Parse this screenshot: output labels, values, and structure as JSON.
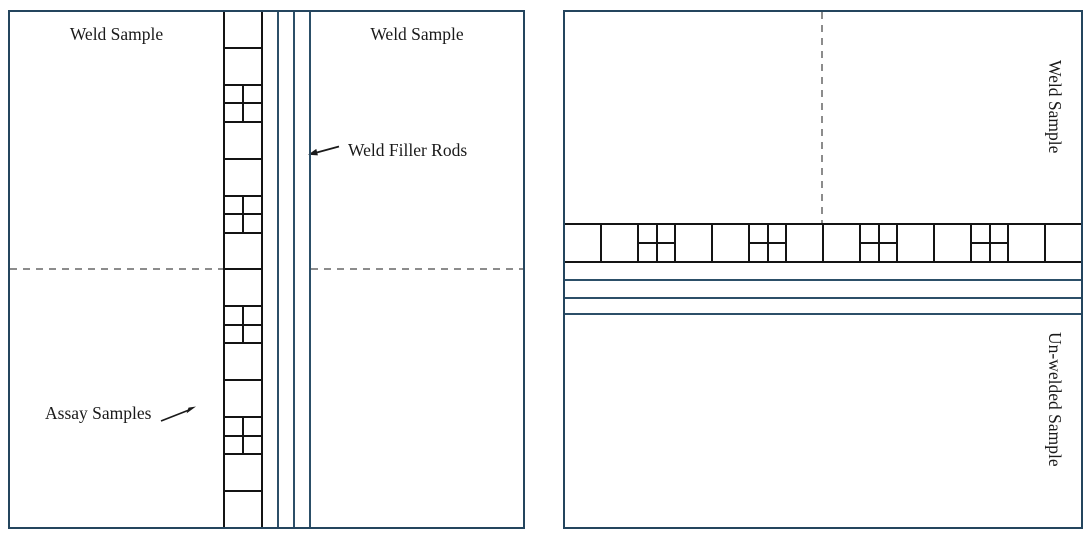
{
  "figure": {
    "colors": {
      "outline": "#24455e",
      "rod_line": "#2c4f68",
      "strip_line": "#141414",
      "dash": "#8c8c8c",
      "text": "#1a1a1a"
    },
    "left_panel": {
      "label_top_left": "Weld Sample",
      "label_top_right": "Weld Sample",
      "annotation_filler_rods": "Weld Filler Rods",
      "annotation_assay_samples": "Assay Samples",
      "filler_rod_count": 3,
      "strip_pattern": [
        "plain",
        "plain",
        "cross",
        "plain",
        "plain",
        "cross",
        "plain",
        "plain",
        "cross",
        "plain",
        "plain",
        "cross",
        "plain",
        "plain"
      ]
    },
    "right_panel": {
      "label_weld_sample": "Weld Sample",
      "label_unwelded_sample": "Un-welded Sample",
      "filler_rod_count": 3,
      "strip_pattern": [
        "plain",
        "plain",
        "cross",
        "plain",
        "plain",
        "cross",
        "plain",
        "plain",
        "cross",
        "plain",
        "plain",
        "cross",
        "plain",
        "plain"
      ]
    }
  }
}
